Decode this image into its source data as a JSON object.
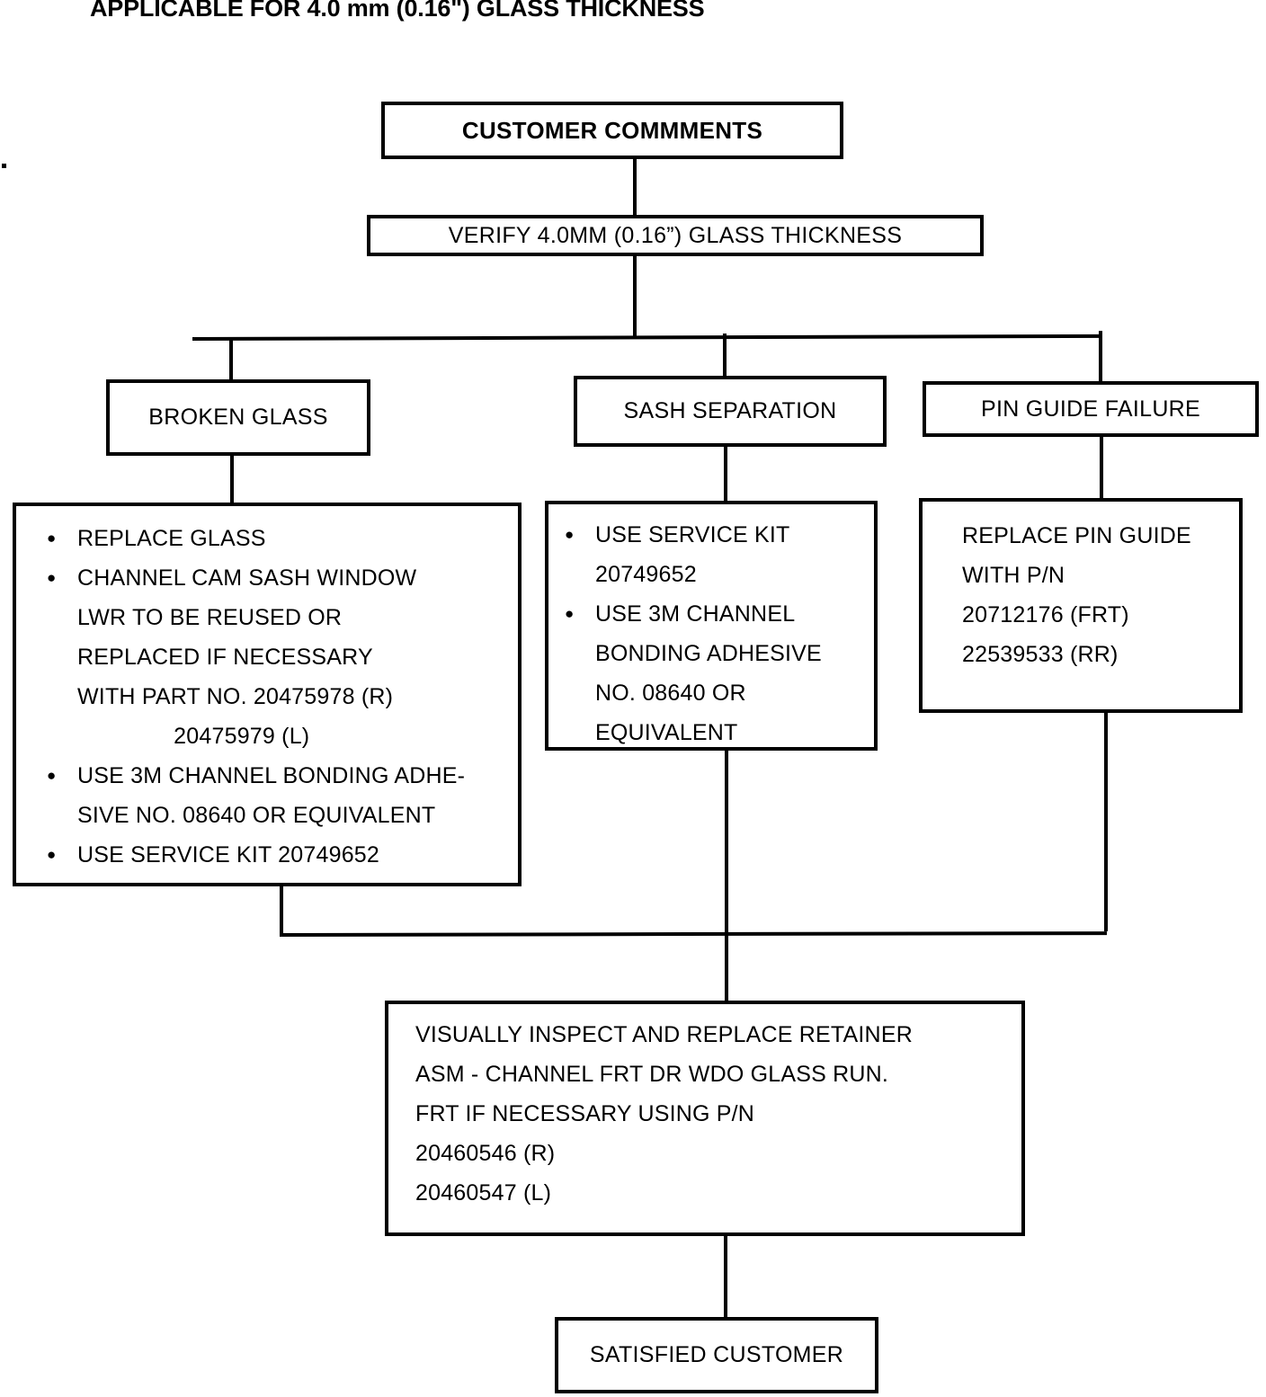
{
  "title": "APPLICABLE FOR 4.0 mm (0.16\") GLASS THICKNESS",
  "diagram": {
    "type": "flowchart",
    "nodes": {
      "start": {
        "label": "CUSTOMER COMMMENTS"
      },
      "verify": {
        "label": "VERIFY 4.0MM (0.16”) GLASS THICKNESS"
      },
      "branch_broken_glass": {
        "label": "BROKEN GLASS"
      },
      "branch_sash_separation": {
        "label": "SASH SEPARATION"
      },
      "branch_pin_guide": {
        "label": "PIN GUIDE FAILURE"
      },
      "broken_glass_actions": {
        "lines": [
          {
            "text": "REPLACE GLASS",
            "bullet": true
          },
          {
            "text": "CHANNEL CAM SASH WINDOW",
            "bullet": true
          },
          {
            "text": "LWR TO BE REUSED OR",
            "bullet": false
          },
          {
            "text": "REPLACED IF NECESSARY",
            "bullet": false
          },
          {
            "text": "WITH PART NO. 20475978 (R)",
            "bullet": false
          },
          {
            "text": "               20475979 (L)",
            "bullet": false
          },
          {
            "text": "USE 3M CHANNEL BONDING ADHE-",
            "bullet": true
          },
          {
            "text": "SIVE NO. 08640 OR EQUIVALENT",
            "bullet": false
          },
          {
            "text": "USE SERVICE KIT 20749652",
            "bullet": true
          }
        ]
      },
      "sash_separation_actions": {
        "lines": [
          {
            "text": "USE SERVICE KIT",
            "bullet": true
          },
          {
            "text": "20749652",
            "bullet": false
          },
          {
            "text": "USE 3M CHANNEL",
            "bullet": true
          },
          {
            "text": "BONDING ADHESIVE",
            "bullet": false
          },
          {
            "text": "NO. 08640 OR",
            "bullet": false
          },
          {
            "text": "EQUIVALENT",
            "bullet": false
          }
        ]
      },
      "pin_guide_actions": {
        "lines": [
          {
            "text": "REPLACE PIN GUIDE",
            "bullet": false
          },
          {
            "text": "WITH P/N",
            "bullet": false
          },
          {
            "text": "20712176 (FRT)",
            "bullet": false
          },
          {
            "text": "22539533 (RR)",
            "bullet": false
          }
        ]
      },
      "inspect_retainer": {
        "lines": [
          {
            "text": "VISUALLY INSPECT AND REPLACE RETAINER",
            "bullet": false
          },
          {
            "text": "ASM - CHANNEL FRT DR WDO GLASS RUN.",
            "bullet": false
          },
          {
            "text": "FRT IF NECESSARY USING P/N",
            "bullet": false
          },
          {
            "text": "20460546 (R)",
            "bullet": false
          },
          {
            "text": "20460547 (L)",
            "bullet": false
          }
        ]
      },
      "end": {
        "label": "SATISFIED CUSTOMER"
      }
    }
  }
}
